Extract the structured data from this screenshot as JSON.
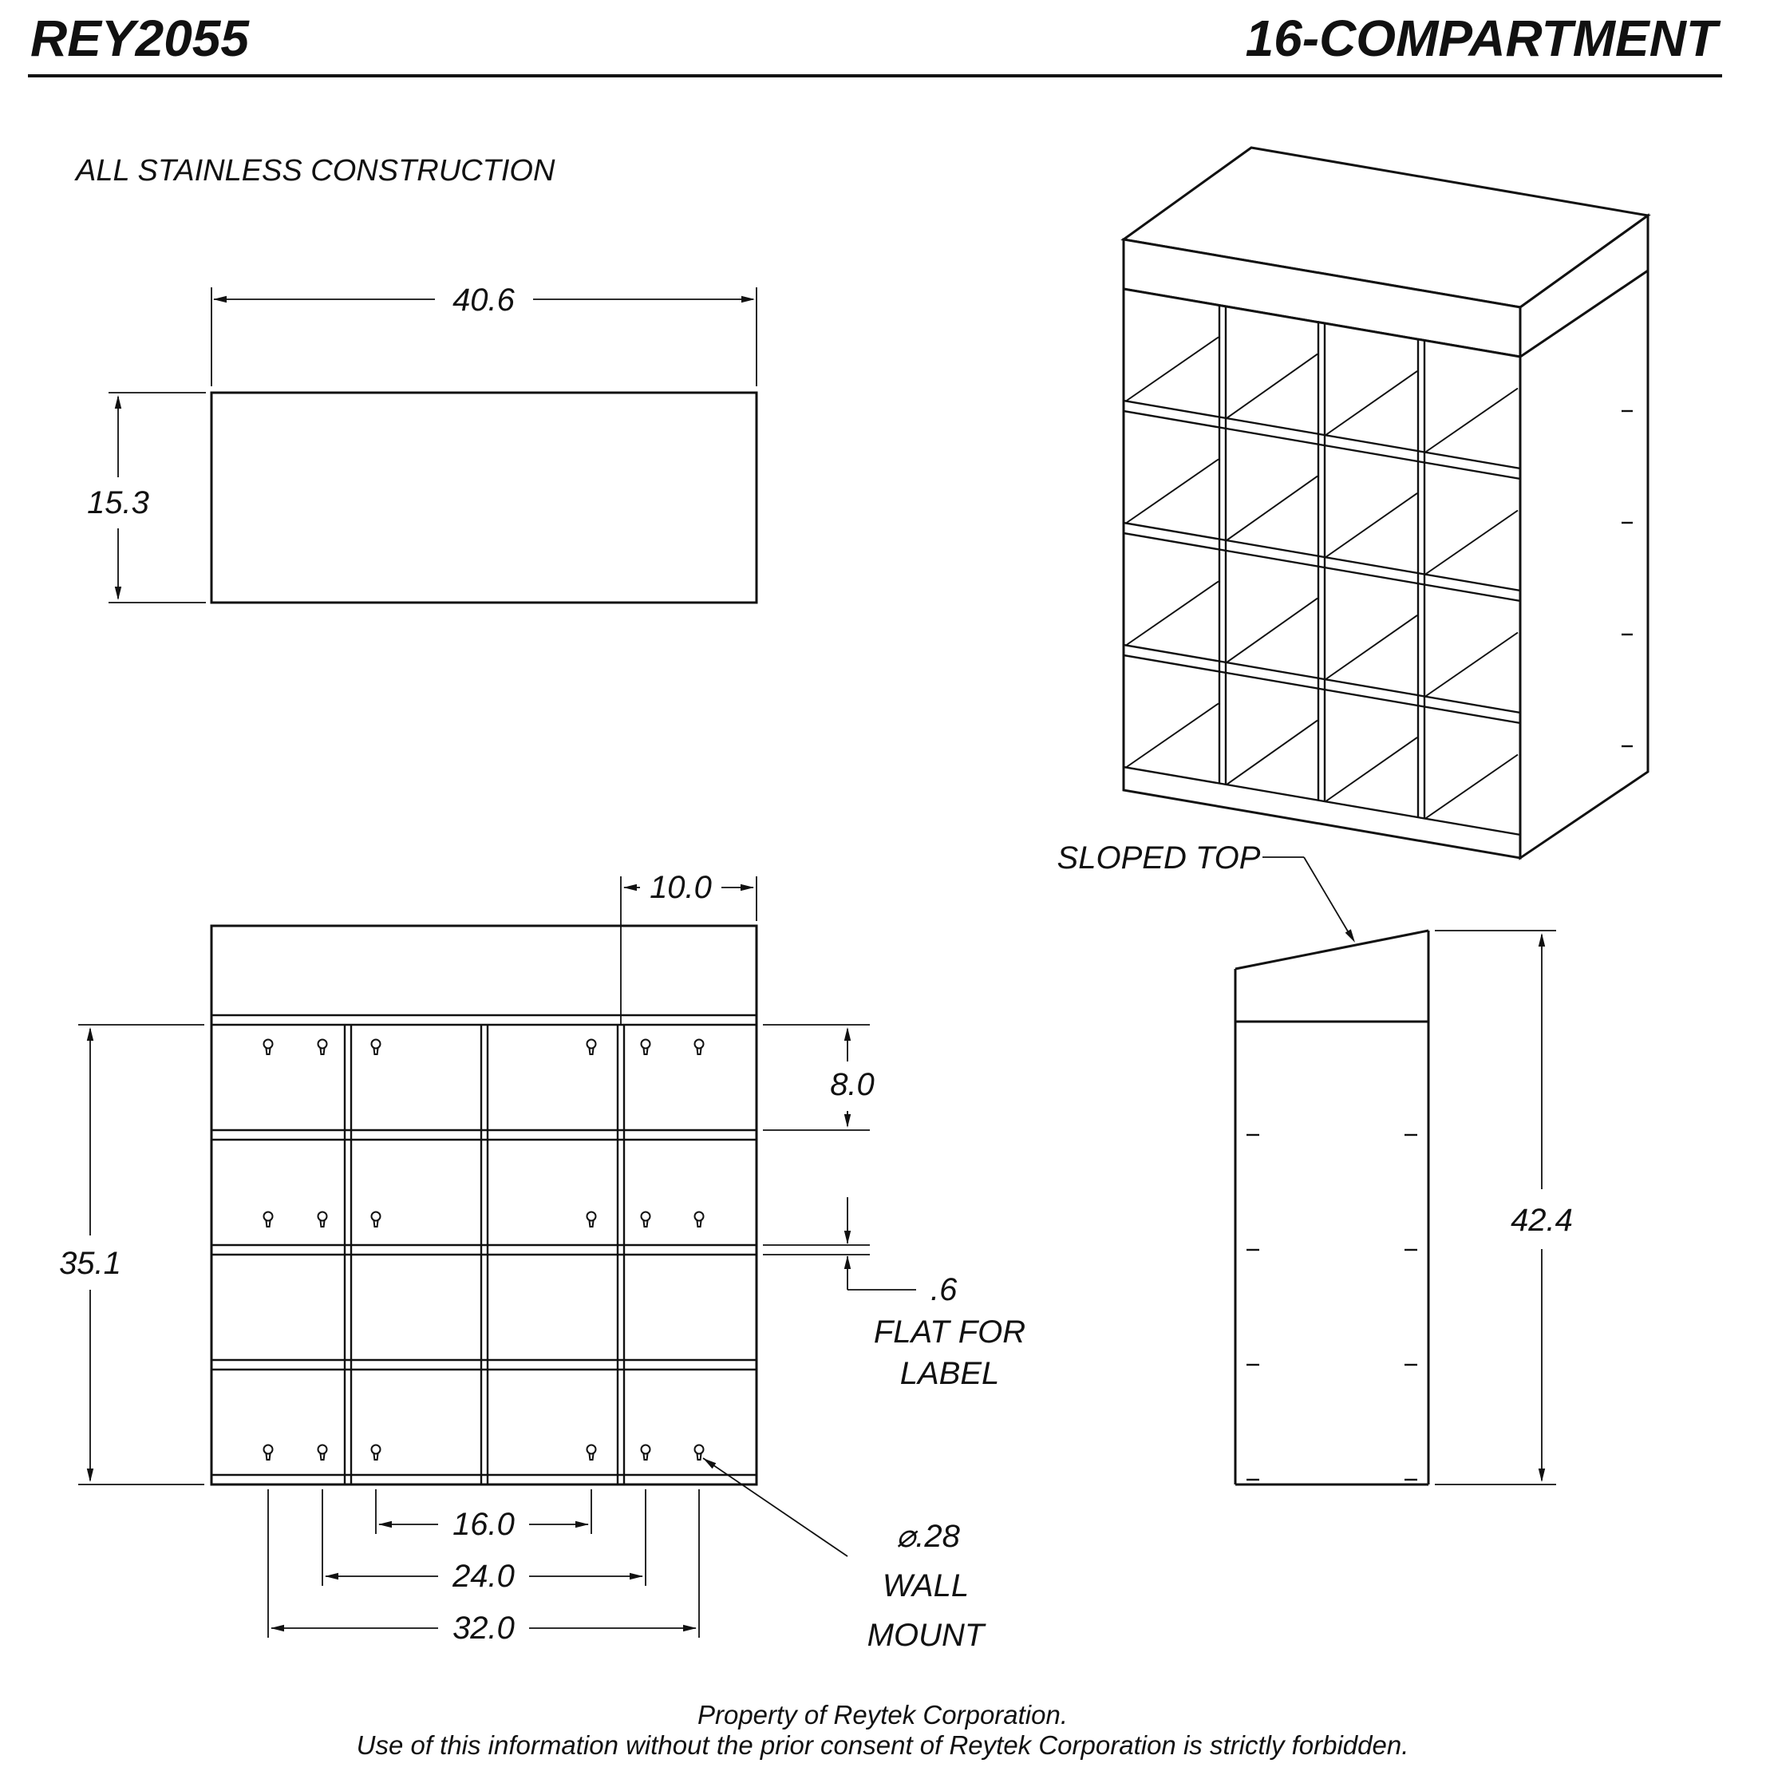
{
  "header": {
    "model": "REY2055",
    "product": "16-COMPARTMENT"
  },
  "note": "ALL STAINLESS CONSTRUCTION",
  "top_view": {
    "width": "40.6",
    "depth": "15.3"
  },
  "front_view": {
    "compartment_width": "10.0",
    "body_height": "35.1",
    "compartment_height": "8.0",
    "shelf_thickness": ".6",
    "shelf_note1": "FLAT FOR",
    "shelf_note2": "LABEL",
    "hole_span_inner": "16.0",
    "hole_span_mid": "24.0",
    "hole_span_outer": "32.0",
    "mount_callout1": "⌀.28",
    "mount_callout2": "WALL",
    "mount_callout3": "MOUNT"
  },
  "side_view": {
    "overall_height": "42.4",
    "sloped_top": "SLOPED TOP"
  },
  "footer": {
    "line1": "Property of Reytek Corporation.",
    "line2": "Use of this information without the prior consent of Reytek Corporation is strictly forbidden."
  }
}
